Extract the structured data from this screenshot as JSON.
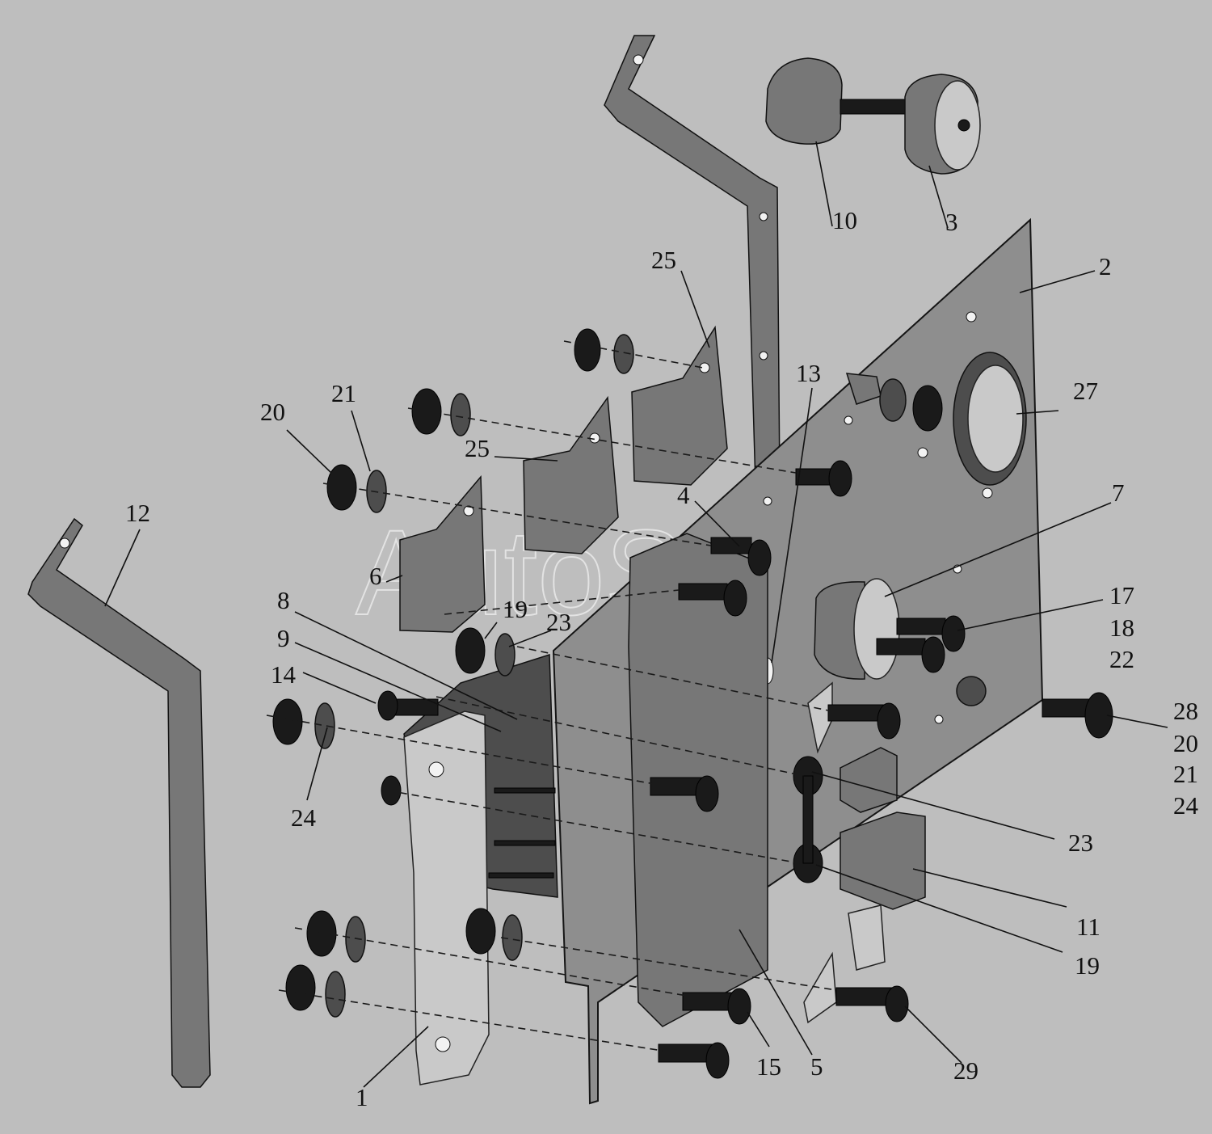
{
  "watermark": "AutoSoft",
  "callouts": [
    "1",
    "2",
    "3",
    "4",
    "5",
    "6",
    "7",
    "8",
    "9",
    "10",
    "11",
    "12",
    "13",
    "14",
    "15",
    "17",
    "18",
    "22",
    "19",
    "19",
    "20",
    "21",
    "23",
    "23",
    "24",
    "25",
    "25",
    "27",
    "28",
    "20",
    "21",
    "24",
    "29"
  ],
  "colors": {
    "background": "#bebebe",
    "plate": "#8e8e8e",
    "bracket": "#c9c9c9",
    "hardware": "#1a1a1a"
  }
}
